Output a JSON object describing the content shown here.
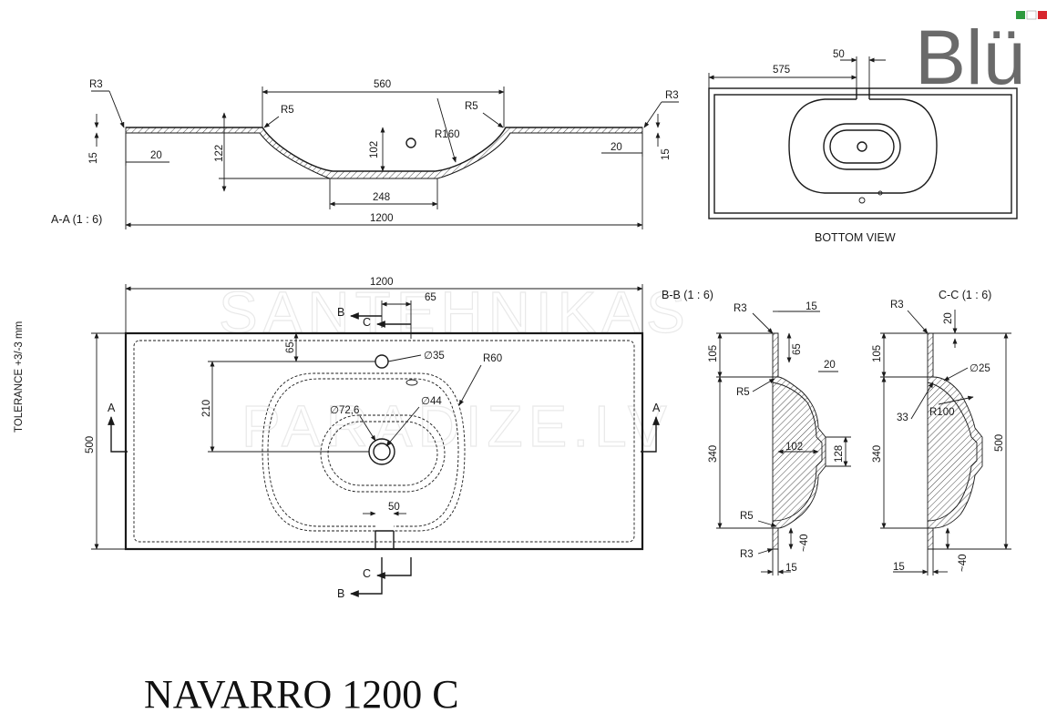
{
  "brand": {
    "name": "Blü",
    "flag_colors": [
      "#2e9a3e",
      "#ffffff",
      "#d7262d"
    ]
  },
  "title": "NAVARRO 1200 C",
  "watermark": {
    "line1": "SANTEHNIKAS",
    "line2": "PARADIZE.LV"
  },
  "tolerance": "TOLERANCE +3/-3 mm",
  "section_aa": {
    "label": "A-A  (1 : 6)",
    "dims": {
      "r3_left": "R3",
      "r3_right": "R3",
      "w560": "560",
      "r5_left": "R5",
      "r5_right": "R5",
      "r160": "R160",
      "h15_left": "15",
      "h15_right": "15",
      "w20_left": "20",
      "w20_right": "20",
      "h122": "122",
      "h102": "102",
      "w248": "248",
      "w1200": "1200"
    }
  },
  "bottom_view": {
    "label": "BOTTOM VIEW",
    "dims": {
      "w575": "575",
      "w50": "50"
    }
  },
  "top_view": {
    "dims": {
      "w1200": "1200",
      "w65": "65",
      "h65": "65",
      "d35": "∅35",
      "r60": "R60",
      "h210": "210",
      "d72": "∅72,6",
      "d44": "∅44",
      "h500": "500",
      "w50": "50"
    },
    "markers": {
      "a_left": "A",
      "a_right": "A",
      "b_top": "B",
      "c_top": "C",
      "b_bottom": "B",
      "c_bottom": "C"
    }
  },
  "section_bb": {
    "label": "B-B  (1 : 6)",
    "dims": {
      "r3_top": "R3",
      "w15_top": "15",
      "h105": "105",
      "h65": "65",
      "w20": "20",
      "r5_top": "R5",
      "h340": "340",
      "w102": "102",
      "h128": "128",
      "r5_bottom": "R5",
      "r3_bottom": "R3",
      "h40": "~40",
      "w15_bottom": "15"
    }
  },
  "section_cc": {
    "label": "C-C  (1 : 6)",
    "dims": {
      "r3": "R3",
      "h20": "20",
      "h105": "105",
      "d25": "∅25",
      "w33": "33",
      "r100": "R100",
      "h340": "340",
      "h500": "500",
      "w15": "15",
      "h40": "~40"
    }
  }
}
